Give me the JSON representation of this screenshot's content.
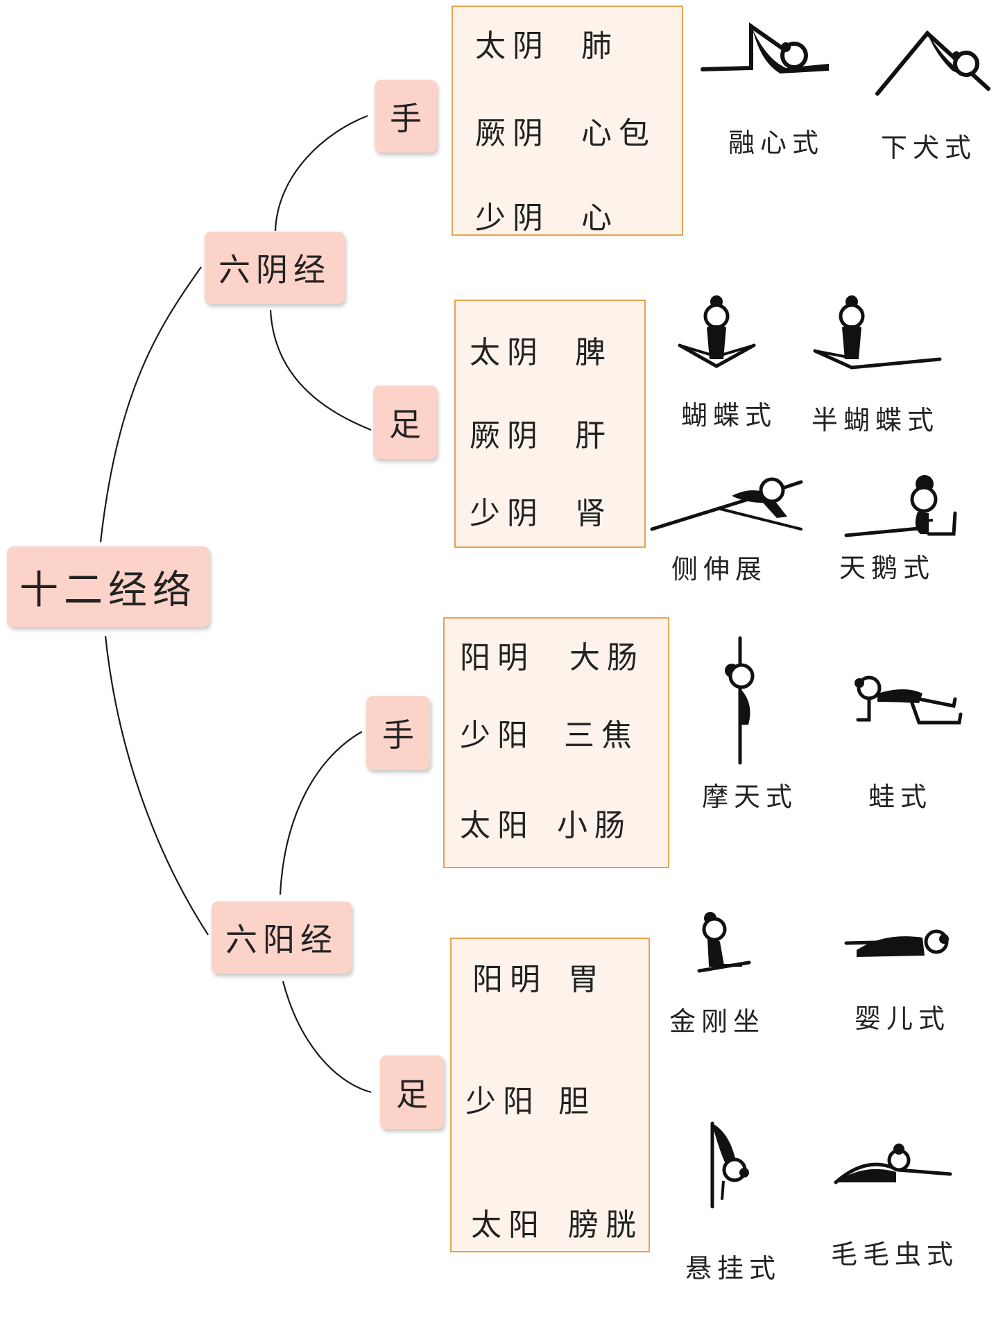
{
  "root": "十二经络",
  "yin": {
    "label": "六阴经",
    "hand": {
      "label": "手",
      "rows": [
        {
          "channel": "太阴",
          "organ": "肺"
        },
        {
          "channel": "厥阴",
          "organ": "心包"
        },
        {
          "channel": "少阴",
          "organ": "心"
        }
      ],
      "poses": [
        "融心式",
        "下犬式"
      ]
    },
    "foot": {
      "label": "足",
      "rows": [
        {
          "channel": "太阴",
          "organ": "脾"
        },
        {
          "channel": "厥阴",
          "organ": "肝"
        },
        {
          "channel": "少阴",
          "organ": "肾"
        }
      ],
      "poses": [
        "蝴蝶式",
        "半蝴蝶式",
        "侧伸展",
        "天鹅式"
      ]
    }
  },
  "yang": {
    "label": "六阳经",
    "hand": {
      "label": "手",
      "rows": [
        {
          "channel": "阳明",
          "organ": "大肠"
        },
        {
          "channel": "少阳",
          "organ": "三焦"
        },
        {
          "channel": "太阳",
          "organ": "小肠"
        }
      ],
      "poses": [
        "摩天式",
        "蛙式"
      ]
    },
    "foot": {
      "label": "足",
      "rows": [
        {
          "channel": "阳明",
          "organ": "胃"
        },
        {
          "channel": "少阳",
          "organ": "胆"
        },
        {
          "channel": "太阳",
          "organ": "膀胱"
        }
      ],
      "poses": [
        "金刚坐",
        "婴儿式",
        "悬挂式",
        "毛毛虫式"
      ]
    }
  },
  "colors": {
    "node_fill": "#fbd3c8",
    "box_fill": "#fdf3ea",
    "box_border": "#e8a24f",
    "line": "#1a1a1a"
  }
}
